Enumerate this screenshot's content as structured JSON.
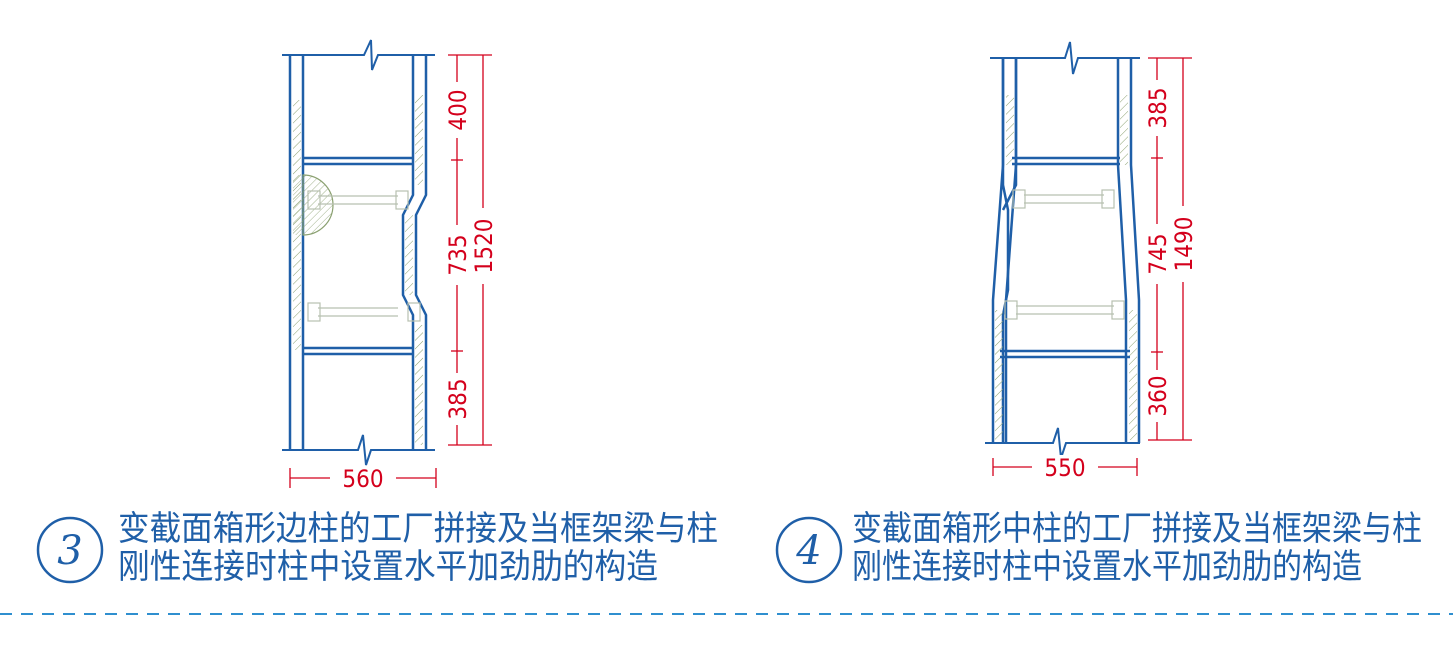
{
  "colors": {
    "structure": "#1f5fa8",
    "dimension": "#d4001c",
    "hatch": "#8aa070",
    "plate": "#b8c0b0"
  },
  "detail3": {
    "number": "3",
    "caption_line1": "变截面箱形边柱的工厂拼接及当框架梁与柱",
    "caption_line2": "刚性连接时柱中设置水平加劲肋的构造",
    "dims": {
      "top": "400",
      "middle": "735",
      "bottom": "385",
      "total": "1520",
      "width": "560"
    }
  },
  "detail4": {
    "number": "4",
    "caption_line1": "变截面箱形中柱的工厂拼接及当框架梁与柱",
    "caption_line2": "刚性连接时柱中设置水平加劲肋的构造",
    "dims": {
      "top": "385",
      "middle": "745",
      "bottom": "360",
      "total": "1490",
      "width": "550"
    }
  },
  "divider": {
    "style": "dashed"
  }
}
